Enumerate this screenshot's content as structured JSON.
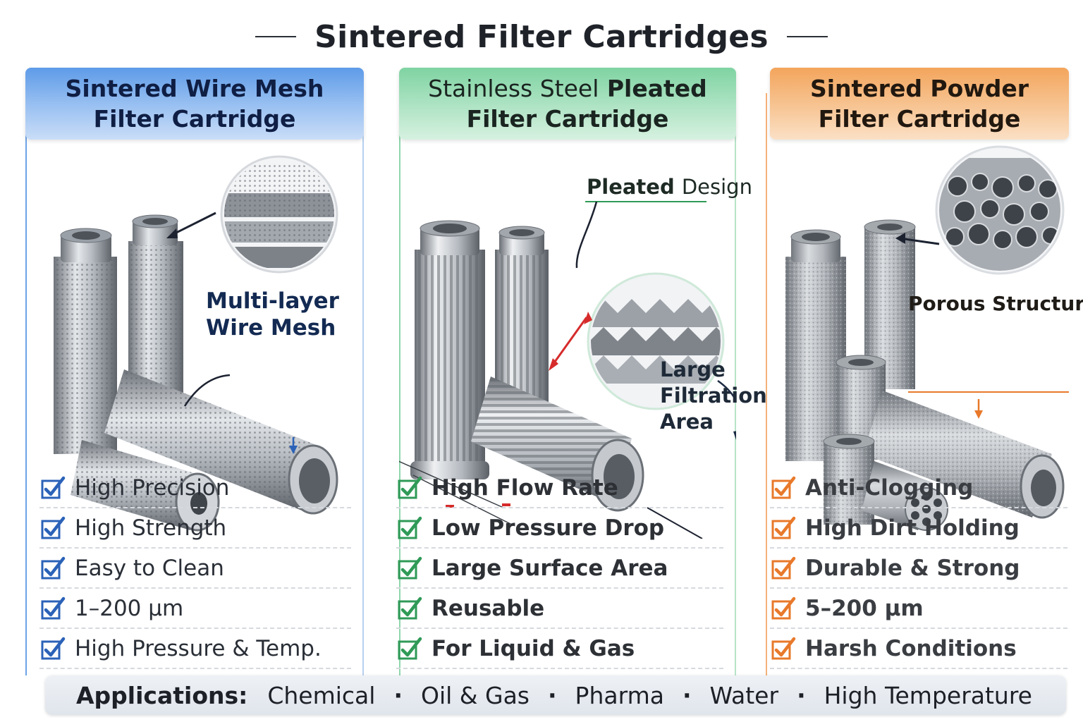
{
  "title": "Sintered Filter Cartridges",
  "columns": [
    {
      "header_line1": "Sintered Wire Mesh",
      "header_line2": "Filter Cartridge",
      "callout_line1": "Multi-layer",
      "callout_line2": "Wire Mesh",
      "features": [
        "High Precision",
        "High Strength",
        "Easy to Clean",
        "1–200 µm",
        "High Pressure & Temp."
      ]
    },
    {
      "header_line1_normal": "Stainless Steel",
      "header_line1_bold": "Pleated",
      "header_line2": "Filter Cartridge",
      "callout_a_bold": "Pleated",
      "callout_a_normal": "Design",
      "callout_b_line1": "Large",
      "callout_b_line2": "Filtration",
      "callout_b_line3": "Area",
      "features": [
        "High Flow Rate",
        "Low Pressure Drop",
        "Large Surface Area",
        "Reusable",
        "For Liquid & Gas"
      ]
    },
    {
      "header_line1": "Sintered Powder",
      "header_line2": "Filter Cartridge",
      "callout_line1": "Porous Structure",
      "features": [
        "Anti-Clogging",
        "High Dirt Holding",
        "Durable & Strong",
        "5–200 µm",
        "Harsh Conditions"
      ]
    }
  ],
  "applications": {
    "label": "Applications:",
    "items": [
      "Chemical",
      "Oil & Gas",
      "Pharma",
      "Water",
      "High Temperature"
    ],
    "separator": "·"
  },
  "colors": {
    "blue": "#2b62b8",
    "green": "#2f9a57",
    "orange": "#e8792b"
  },
  "icons": [
    "checkbox-check-icon",
    "filter-cartridge-illustration",
    "magnified-structure-icon",
    "arrow-icon"
  ]
}
